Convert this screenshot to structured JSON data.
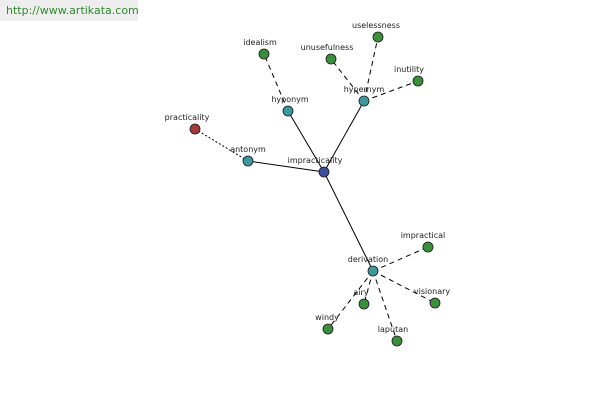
{
  "site": {
    "url": "http://www.artikata.com"
  },
  "colors": {
    "center": "#3a4fa0",
    "category": "#3d9a9a",
    "word": "#3a8f3a",
    "antonym_word": "#a33a3a",
    "edge": "#000000",
    "banner": "#eeeeee",
    "url_text": "#2e8b2e"
  },
  "graph": {
    "center": "impracticality",
    "categories": [
      "hyponym",
      "hypernym",
      "antonym",
      "derivation"
    ],
    "nodes": [
      {
        "id": "impracticality",
        "label": "impracticality",
        "kind": "center"
      },
      {
        "id": "hyponym",
        "label": "hyponym",
        "kind": "category"
      },
      {
        "id": "hypernym",
        "label": "hypernym",
        "kind": "category"
      },
      {
        "id": "antonym",
        "label": "antonym",
        "kind": "category"
      },
      {
        "id": "derivation",
        "label": "derivation",
        "kind": "category"
      },
      {
        "id": "idealism",
        "label": "idealism",
        "kind": "word"
      },
      {
        "id": "uselessness",
        "label": "uselessness",
        "kind": "word"
      },
      {
        "id": "unusefulness",
        "label": "unusefulness",
        "kind": "word"
      },
      {
        "id": "inutility",
        "label": "inutility",
        "kind": "word"
      },
      {
        "id": "practicality",
        "label": "practicality",
        "kind": "antonym_word"
      },
      {
        "id": "impractical",
        "label": "impractical",
        "kind": "word"
      },
      {
        "id": "airy",
        "label": "airy",
        "kind": "word"
      },
      {
        "id": "visionary",
        "label": "visionary",
        "kind": "word"
      },
      {
        "id": "windy",
        "label": "windy",
        "kind": "word"
      },
      {
        "id": "laputan",
        "label": "laputan",
        "kind": "word"
      }
    ],
    "edges": [
      {
        "from": "impracticality",
        "to": "hyponym",
        "style": "solid"
      },
      {
        "from": "impracticality",
        "to": "hypernym",
        "style": "solid"
      },
      {
        "from": "impracticality",
        "to": "antonym",
        "style": "solid"
      },
      {
        "from": "impracticality",
        "to": "derivation",
        "style": "solid"
      },
      {
        "from": "hyponym",
        "to": "idealism",
        "style": "dashed"
      },
      {
        "from": "hypernym",
        "to": "uselessness",
        "style": "dashed"
      },
      {
        "from": "hypernym",
        "to": "unusefulness",
        "style": "dashed"
      },
      {
        "from": "hypernym",
        "to": "inutility",
        "style": "dashed"
      },
      {
        "from": "antonym",
        "to": "practicality",
        "style": "dotted"
      },
      {
        "from": "derivation",
        "to": "impractical",
        "style": "dashed"
      },
      {
        "from": "derivation",
        "to": "airy",
        "style": "dashed"
      },
      {
        "from": "derivation",
        "to": "visionary",
        "style": "dashed"
      },
      {
        "from": "derivation",
        "to": "windy",
        "style": "dashed"
      },
      {
        "from": "derivation",
        "to": "laputan",
        "style": "dashed"
      }
    ]
  }
}
